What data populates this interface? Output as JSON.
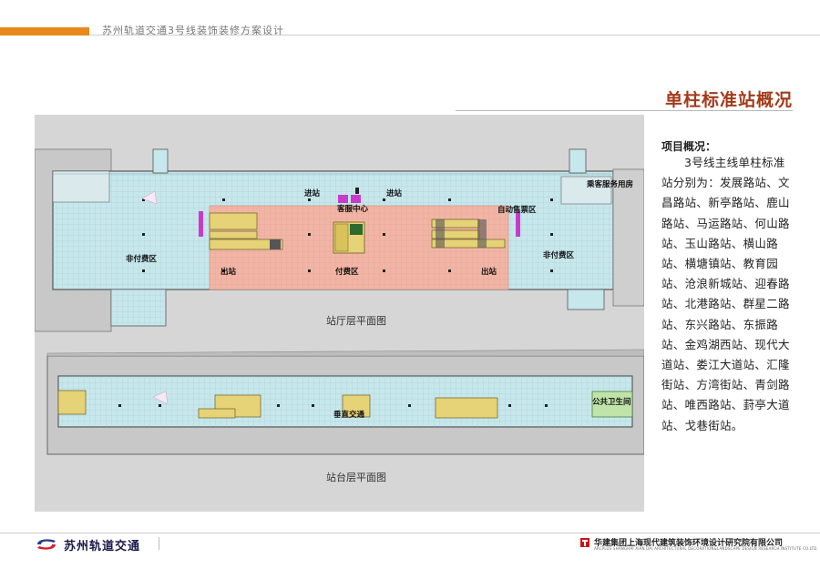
{
  "header": {
    "project_title": "苏州轨道交通3号线装饰装修方案设计"
  },
  "page": {
    "title": "单柱标准站概况"
  },
  "overview": {
    "heading": "项目概况：",
    "body": "3号线主线单柱标准站分别为：发展路站、文昌路站、新亭路站、鹿山路站、马运路站、何山路站、玉山路站、横山路站、横塘镇站、教育园站、沧浪新城站、迎春路站、北港路站、群星二路站、东兴路站、东振路站、金鸡湖西站、现代大道站、娄江大道站、汇隆街站、方湾街站、青剑路站、唯西路站、葑亭大道站、戈巷街站。"
  },
  "concourse_plan": {
    "caption": "站厅层平面图",
    "labels": {
      "entry_left": "进站",
      "entry_right": "进站",
      "service_center": "客服中心",
      "ticket_area": "自动售票区",
      "passenger_rooms": "乘客服务用房",
      "unpaid_left": "非付费区",
      "unpaid_right": "非付费区",
      "exit_left": "出站",
      "exit_right": "出站",
      "paid_area": "付费区"
    }
  },
  "platform_plan": {
    "caption": "站台层平面图",
    "labels": {
      "vertical_transport": "垂直交通",
      "public_toilet": "公共卫生间"
    }
  },
  "footer": {
    "brand": "苏州轨道交通",
    "company": "华建集团上海现代建筑装饰环境设计研究院有限公司",
    "company_en": "ARCPLUS SHANGHAI XIAN DAI ARCHITECTURAL DECORATION&LANDSCAPE DESIGN RESEARCH INSTITUTE CO.LTD."
  },
  "colors": {
    "accent": "#e8891c",
    "title": "#a33a1a",
    "paid_zone": "#f2b5a5",
    "unpaid_zone": "#c6e7ec",
    "escalator": "#e6d277",
    "room": "#c93ac9"
  }
}
